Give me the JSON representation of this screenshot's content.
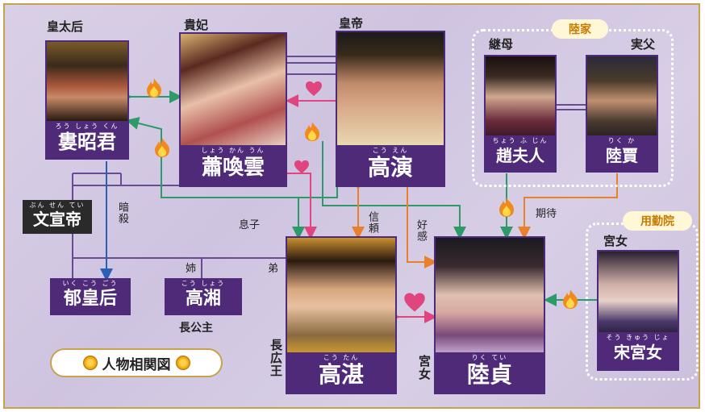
{
  "title": "人物相関図",
  "groups": {
    "riku_family": "陸家",
    "yokinin": "用勤院"
  },
  "characters": {
    "empress_dowager": {
      "role": "皇太后",
      "ruby": "ろう しょう くん",
      "name": "婁昭君"
    },
    "noble_consort": {
      "role": "貴妃",
      "ruby": "しょう かん うん",
      "name": "蕭喚雲"
    },
    "emperor": {
      "role": "皇帝",
      "ruby": "こう えん",
      "name": "高演"
    },
    "stepmother": {
      "role": "継母",
      "ruby": "ちょう ふ じん",
      "name": "趙夫人"
    },
    "father": {
      "role": "実父",
      "ruby": "りく か",
      "name": "陸賈"
    },
    "wenxuan": {
      "ruby": "ぶん せん てい",
      "name": "文宣帝"
    },
    "yu_empress": {
      "ruby": "いく こう ごう",
      "name": "郁皇后"
    },
    "princess": {
      "ruby": "こう しょう",
      "name": "高湘",
      "title": "長公主"
    },
    "prince": {
      "role": "長広王",
      "ruby": "こう たん",
      "name": "高湛"
    },
    "heroine": {
      "role": "宮女",
      "ruby": "りく てい",
      "name": "陸貞"
    },
    "palace_maid": {
      "role": "宮女",
      "ruby": "そう きゅう じょ",
      "name": "宋宮女"
    }
  },
  "relations": {
    "assassinate": "暗殺",
    "son": "息子",
    "trust": "信頼",
    "favor": "好感",
    "expectation": "期待",
    "elder_sister": "姉",
    "younger_brother": "弟"
  },
  "colors": {
    "accent_purple": "#4e2a78",
    "green_line": "#2e9a6a",
    "pink_line": "#e0457f",
    "orange_line": "#e8812c",
    "blue_line": "#2a5fb8",
    "border_gold": "#c8a24a"
  },
  "icons": [
    "fire-icon",
    "heart-icon",
    "chrysanthemum-crest-icon"
  ]
}
